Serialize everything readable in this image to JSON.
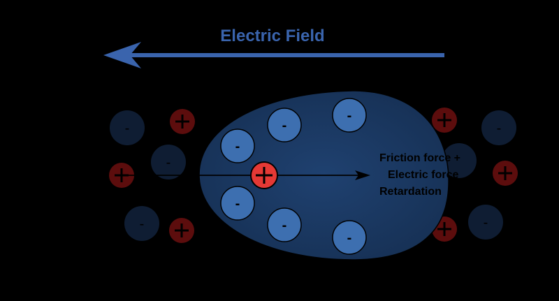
{
  "diagram": {
    "field_label": "Electric Field",
    "force_labels": [
      "Friction force +",
      "Electric force",
      "Retardation"
    ],
    "negative_symbol": "-",
    "positive_symbol": "+",
    "colors": {
      "background": "#000000",
      "field_arrow": "#3a64ad",
      "cloud": "#1c3a60",
      "cloud_negative_ion": "#3d6fb0",
      "central_positive_ion": "#e53935",
      "outer_negative_ion": "#0f1d33",
      "outer_positive_ion": "#5c0d0d",
      "force_arrow": "#000000"
    },
    "icons": [
      "left-arrow",
      "right-arrow",
      "plus-sign",
      "minus-sign"
    ]
  }
}
